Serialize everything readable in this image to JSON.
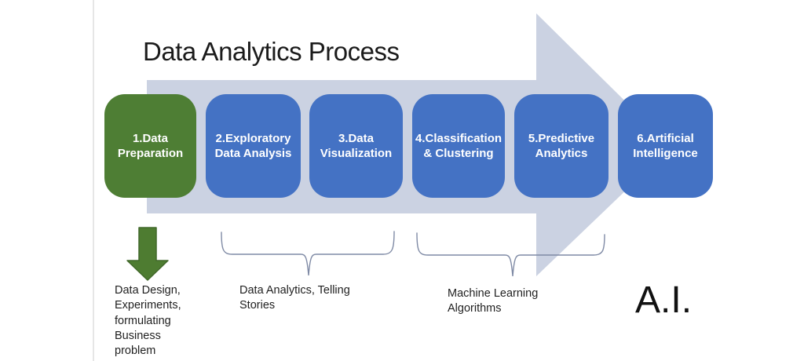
{
  "title": "Data Analytics Process",
  "colors": {
    "process_arrow_fill": "#cbd2e2",
    "step_green": "#4e7e34",
    "step_blue": "#4472c4",
    "step_text": "#ffffff",
    "down_arrow_fill": "#4e7c31",
    "down_arrow_stroke": "#41682a",
    "brace_stroke": "#7f8aa5",
    "title_text": "#1b1b1b",
    "note_text": "#1f1f1f"
  },
  "steps": [
    {
      "label": "1.Data\nPreparation",
      "color": "#4e7e34"
    },
    {
      "label": "2.Exploratory\nData Analysis",
      "color": "#4472c4"
    },
    {
      "label": "3.Data\nVisualization",
      "color": "#4472c4"
    },
    {
      "label": "4.Classification\n& Clustering",
      "color": "#4472c4"
    },
    {
      "label": "5.Predictive\nAnalytics",
      "color": "#4472c4"
    },
    {
      "label": "6.Artificial\nIntelligence",
      "color": "#4472c4"
    }
  ],
  "annotations": {
    "step1_note": "Data Design,\nExperiments,\nformulating\nBusiness\nproblem",
    "stories_note": "Data Analytics, Telling\nStories",
    "ml_note": "Machine Learning\nAlgorithms",
    "ai_label": "A.I."
  }
}
